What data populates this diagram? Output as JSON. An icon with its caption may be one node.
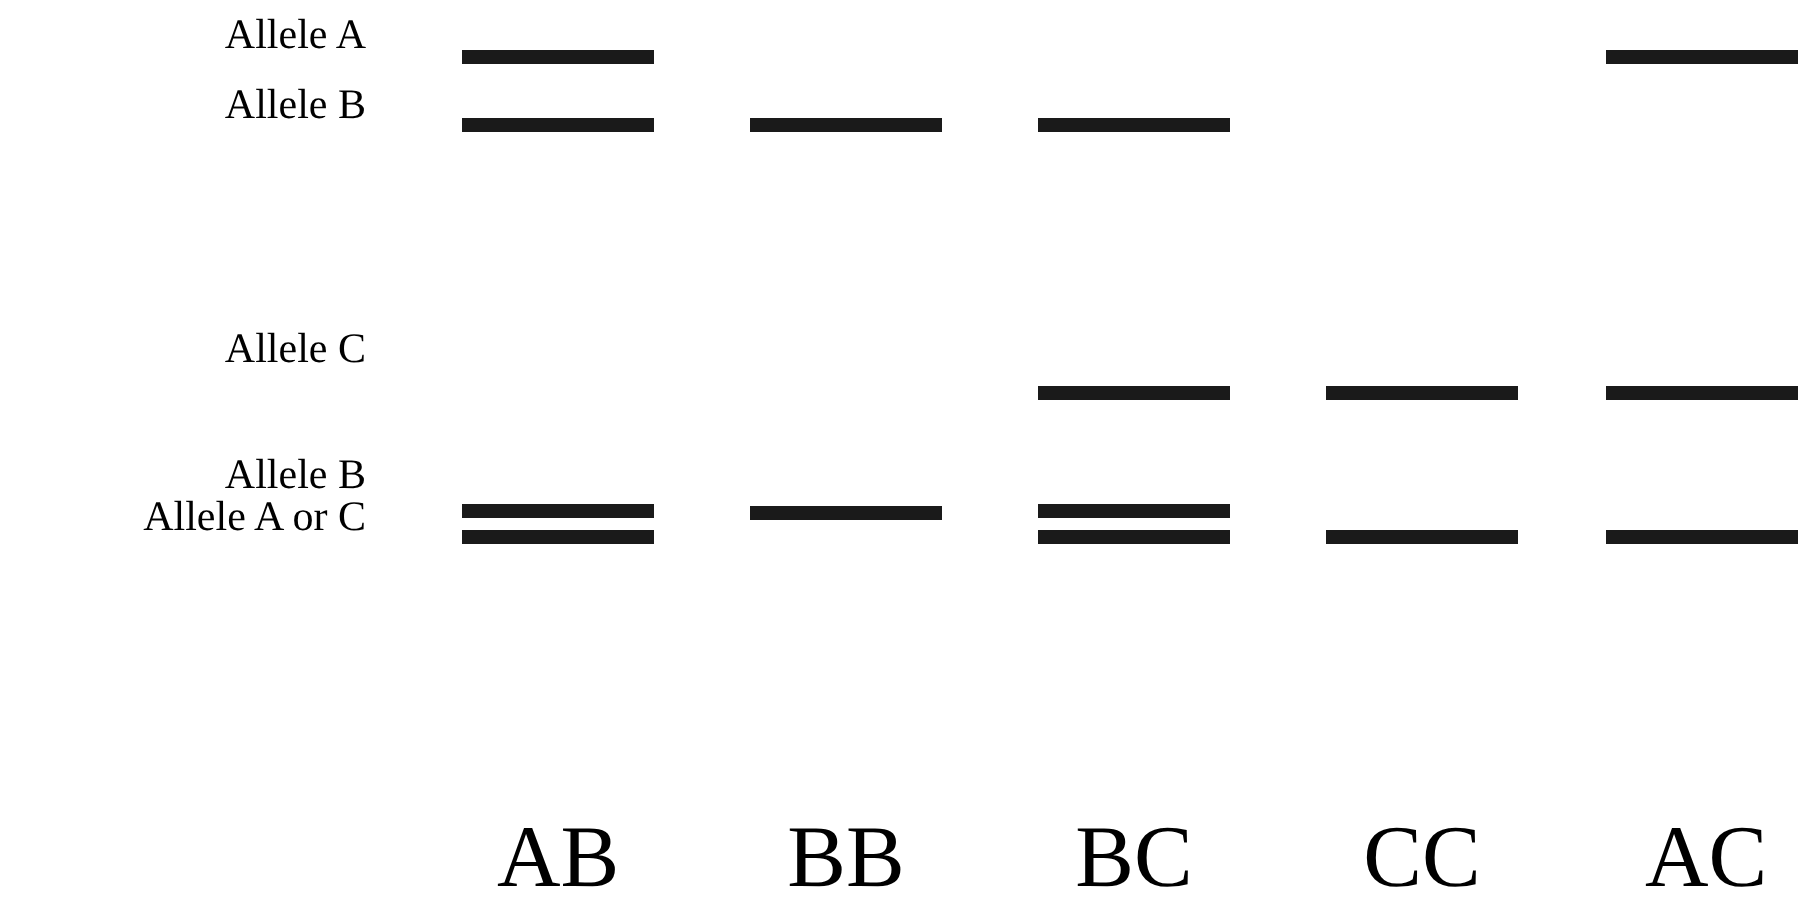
{
  "diagram": {
    "labels": [
      "Allele A",
      "Allele B",
      "Allele C",
      "Allele B",
      "Allele A or C",
      "AB",
      "BB",
      "BC",
      "CC",
      "AC"
    ]
  }
}
